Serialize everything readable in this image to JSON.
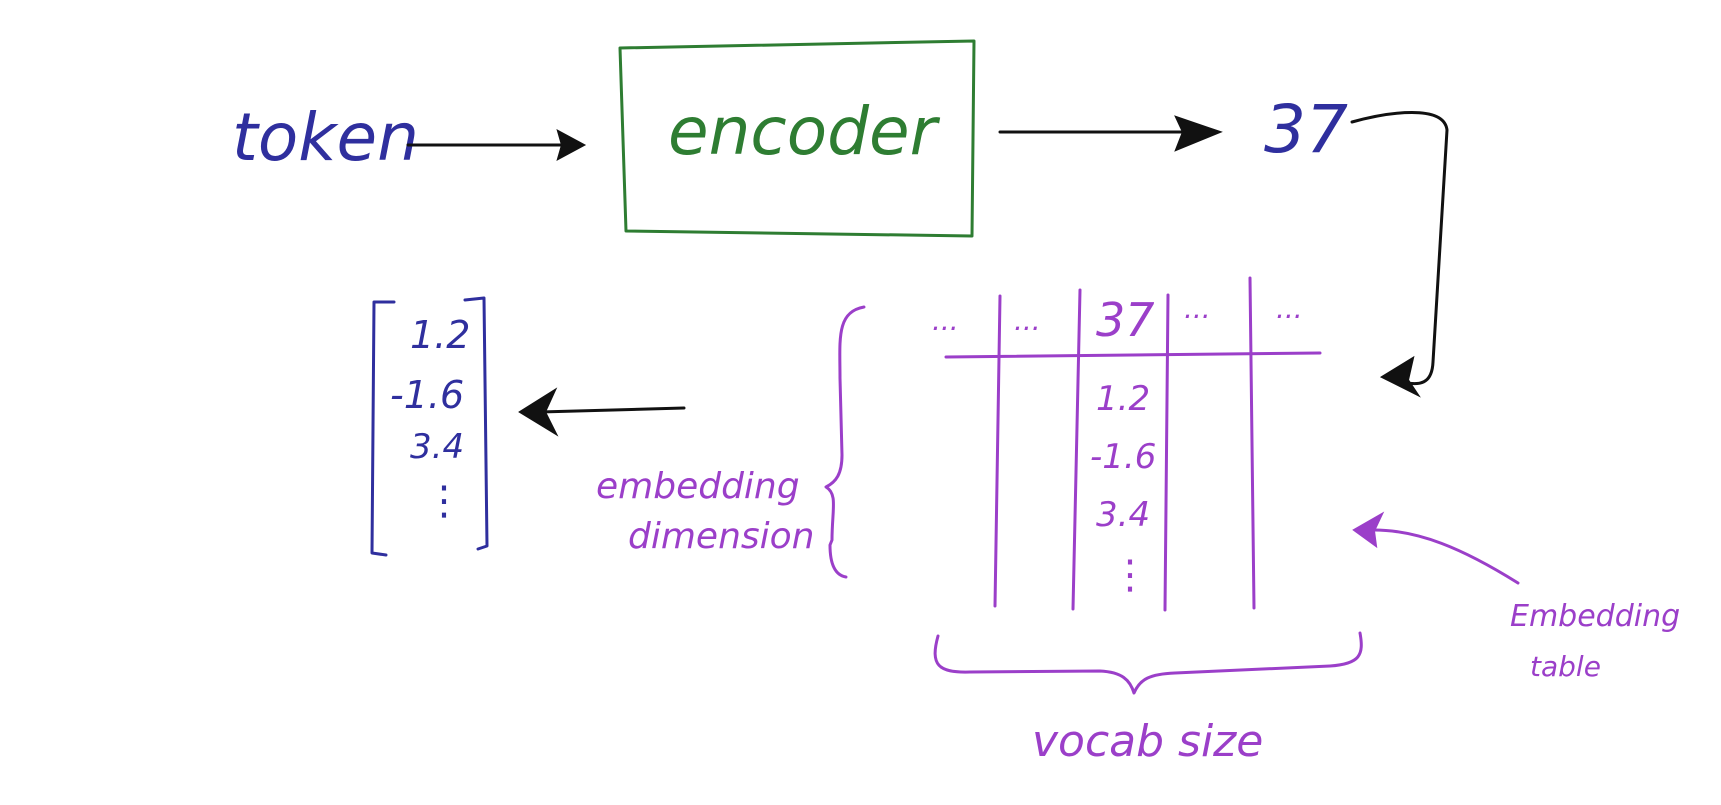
{
  "diagram": {
    "token_label": "token",
    "encoder_label": "encoder",
    "token_id": "37",
    "embedding_vector": [
      "1.2",
      "-1.6",
      "3.4",
      "⋮"
    ],
    "table": {
      "header_cells": [
        "...",
        "...",
        "37",
        "...",
        "..."
      ],
      "column_values": [
        "1.2",
        "-1.6",
        "3.4",
        "⋮"
      ]
    },
    "embedding_dimension_label": [
      "embedding",
      "dimension"
    ],
    "vocab_size_label": "vocab size",
    "embedding_table_label": [
      "Embedding",
      "table"
    ]
  },
  "colors": {
    "token_ink": "#2f2f9e",
    "encoder_ink": "#2e7d32",
    "table_ink": "#9b3fc9",
    "arrow_ink": "#111111"
  }
}
